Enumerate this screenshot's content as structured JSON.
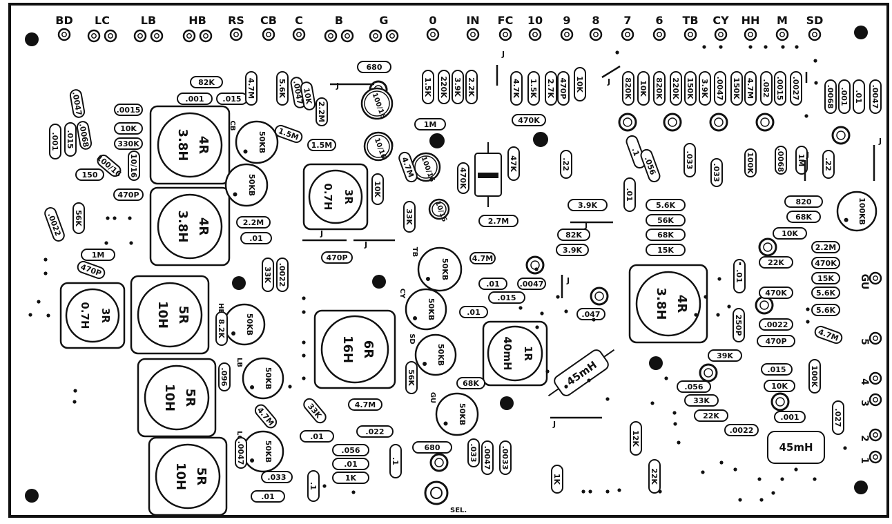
{
  "top_connectors": [
    "BD",
    "LC",
    "LB",
    "HB",
    "RS",
    "CB",
    "C",
    "B",
    "G",
    "0",
    "IN",
    "FC",
    "10",
    "9",
    "8",
    "7",
    "6",
    "TB",
    "CY",
    "HH",
    "M",
    "SD"
  ],
  "side_connectors": [
    "GU",
    "5",
    "4",
    "3",
    "2",
    "1"
  ],
  "coils": [
    {
      "ref": "4R",
      "value": "3.8H"
    },
    {
      "ref": "4R",
      "value": "3.8H"
    },
    {
      "ref": "3R",
      "value": "0.7H"
    },
    {
      "ref": "3R",
      "value": "0.7H"
    },
    {
      "ref": "5R",
      "value": "10H"
    },
    {
      "ref": "5R",
      "value": "10H"
    },
    {
      "ref": "5R",
      "value": "10H"
    },
    {
      "ref": "6R",
      "value": "16H"
    },
    {
      "ref": "1R",
      "value": "40mH"
    },
    {
      "ref": "4R",
      "value": "3.8H"
    }
  ],
  "pots": [
    {
      "value": "50KB",
      "tag": "CB"
    },
    {
      "value": "50KB",
      "tag": ""
    },
    {
      "value": "50KB",
      "tag": "TB"
    },
    {
      "value": "50KB",
      "tag": "CY"
    },
    {
      "value": "50KB",
      "tag": "SD"
    },
    {
      "value": "50KB",
      "tag": "HB"
    },
    {
      "value": "50KB",
      "tag": "LB"
    },
    {
      "value": "50KB",
      "tag": "LC"
    },
    {
      "value": "50KB",
      "tag": "GU"
    },
    {
      "value": "100KB",
      "tag": ""
    }
  ],
  "inductor_labels": [
    "45mH",
    "45mH"
  ],
  "select_label": "SEL.",
  "jumper_label": "J",
  "component_values": [
    ".001",
    ".015",
    "82K",
    "4.7M",
    "5.6K",
    ".0047",
    "680",
    "1.5K",
    "220K",
    "3.9K",
    "2.2K",
    "4.7K",
    "1.5K",
    "2.7K",
    "470P",
    "10K",
    "820K",
    "10K",
    "820K",
    "220K",
    "150K",
    "3.9K",
    ".0047",
    "150K",
    "4.7M",
    ".082",
    ".0015",
    ".0027",
    ".0068",
    ".001",
    ".01",
    ".0047",
    ".0047",
    ".015",
    ".001",
    ".0068",
    ".0015",
    "10K",
    "330K",
    "100/16",
    "10/16",
    "150",
    "470P",
    "10K",
    "2.2M",
    "1.5M",
    "1.5M",
    "1M",
    "470K",
    "47K",
    "470K",
    "2.7M",
    "3.9K",
    "5.6K",
    "56K",
    "68K",
    "15K",
    "82K",
    "3.9K",
    "820",
    "68K",
    "10K",
    "2.2M",
    "22K",
    "470K",
    "15K",
    "5.6K",
    "470K",
    "5.6K",
    ".0022",
    "470P",
    ".015",
    "10K",
    "39K",
    ".056",
    "33K",
    "22K",
    ".0022",
    ".027",
    ".001",
    "100K",
    "4.7M",
    ".01",
    "250P",
    ".033",
    "100K",
    ".0068",
    "1M",
    ".22",
    ".1",
    ".056",
    ".033",
    ".01",
    ".22",
    "10K",
    "4.7M",
    "33K",
    "2.2M",
    ".01",
    "33K",
    ".0022",
    "470P",
    "470P",
    "1M",
    ".0022",
    "56K",
    "4.7M",
    ".01",
    ".0047",
    ".015",
    ".01",
    ".047",
    "56K",
    "4.7M",
    ".022",
    ".01",
    "33K",
    "4.7M",
    ".0047",
    ".033",
    ".01",
    ".1",
    ".1",
    ".033",
    ".0047",
    ".0033",
    ".056",
    ".01",
    "1K",
    "680",
    "1K",
    "12K",
    "22K",
    "68K",
    ".096",
    "8.2K"
  ]
}
